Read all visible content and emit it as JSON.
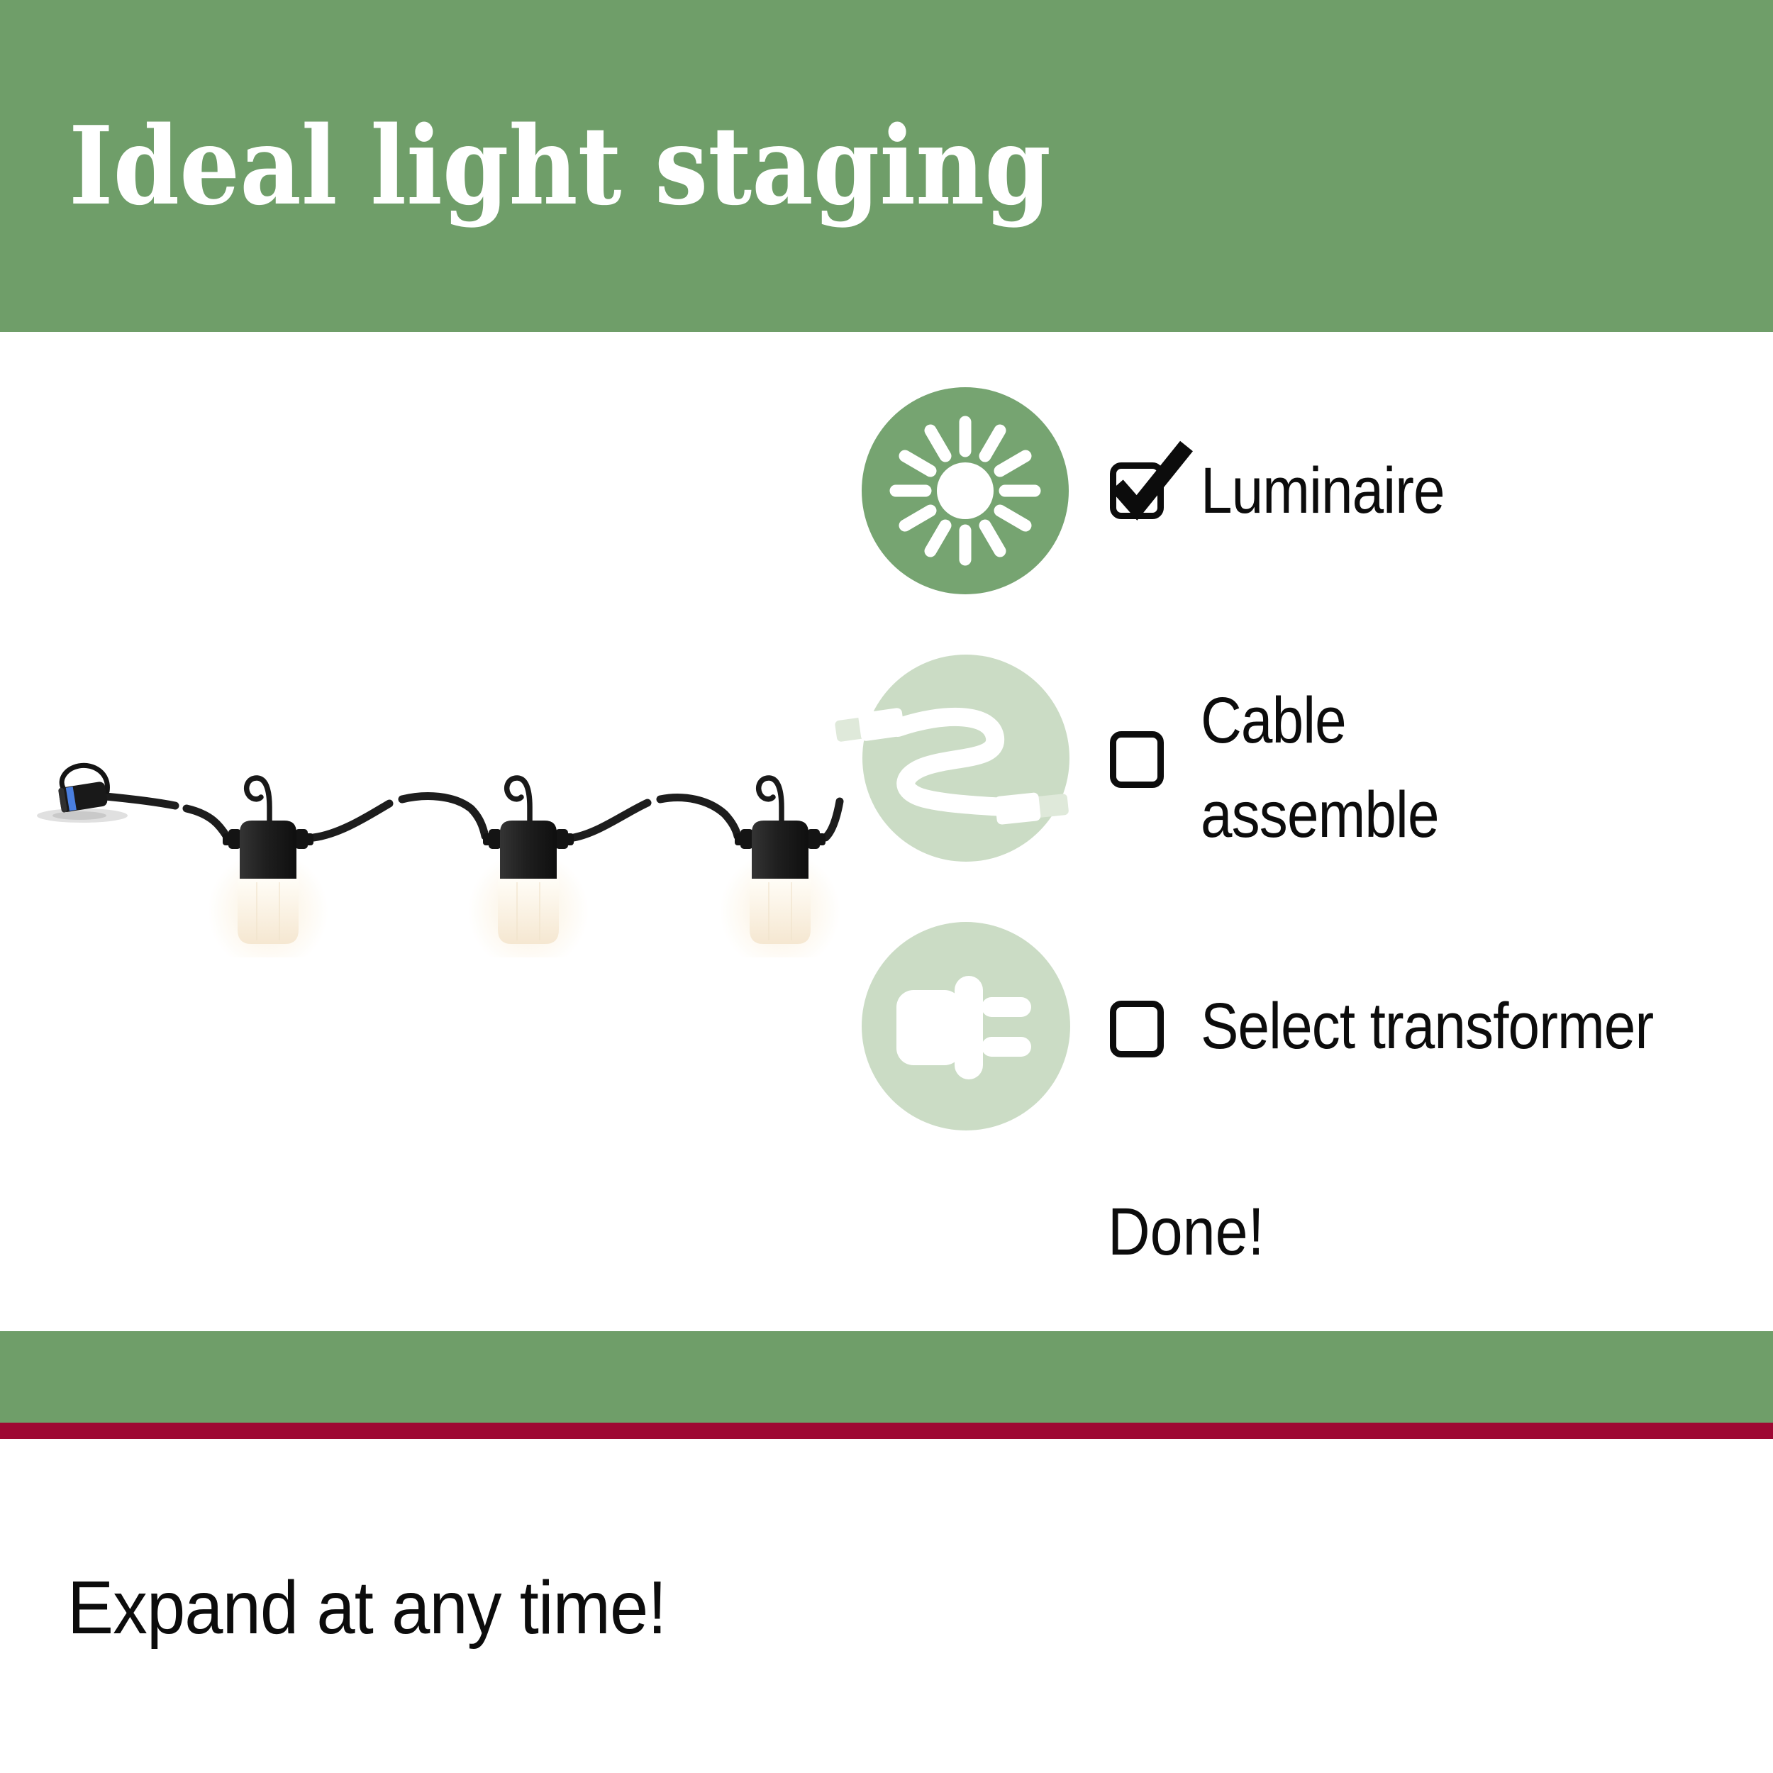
{
  "header": {
    "title": "Ideal light staging"
  },
  "checklist": {
    "items": [
      {
        "label": "Luminaire",
        "checked": true,
        "icon": "sun-icon"
      },
      {
        "label": "Cable assemble",
        "line1": "Cable",
        "line2": "assemble",
        "checked": false,
        "icon": "cable-icon"
      },
      {
        "label": "Select transformer",
        "checked": false,
        "icon": "plug-icon"
      }
    ],
    "done": "Done!"
  },
  "footer": {
    "tagline": "Expand at any time!"
  },
  "colors": {
    "band_green": "#6f9e69",
    "icon_green_active": "#76a471",
    "icon_green_inactive": "#cbdcc5",
    "icon_green_faint": "#dfe9da",
    "accent_red": "#9e0833",
    "text_black": "#0c0c0c",
    "product_black": "#1d1d1d",
    "connector_blue": "#4a7fe0",
    "white": "#ffffff"
  }
}
